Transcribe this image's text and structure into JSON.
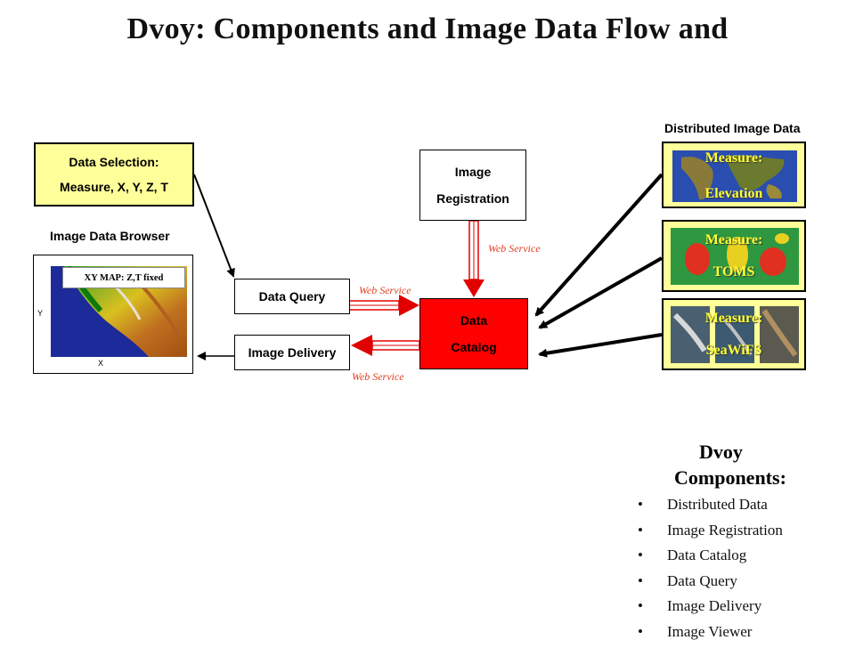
{
  "title": "Dvoy: Components and Image Data Flow and",
  "data_selection": {
    "line1": "Data Selection:",
    "line2": "Measure, X, Y, Z, T"
  },
  "browser": {
    "heading": "Image Data Browser",
    "map_label": "XY MAP:  Z,T fixed",
    "y_axis": "Y",
    "x_axis": "X"
  },
  "data_query": "Data Query",
  "image_delivery": "Image Delivery",
  "image_registration": {
    "line1": "Image",
    "line2": "Registration"
  },
  "data_catalog": {
    "line1": "Data",
    "line2": "Catalog"
  },
  "web_service": {
    "registration": "Web Service",
    "query": "Web Service",
    "delivery": "Web Service"
  },
  "distributed": {
    "heading": "Distributed Image Data",
    "items": [
      {
        "line1": "Measure:",
        "line2": "Elevation"
      },
      {
        "line1": "Measure:",
        "line2": "TOMS"
      },
      {
        "line1": "Measure:",
        "line2": "SeaWiFS"
      }
    ]
  },
  "components": {
    "title_line1": "Dvoy",
    "title_line2": "Components:",
    "items": [
      "Distributed Data",
      "Image Registration",
      "Data Catalog",
      "Data Query",
      "Image Delivery",
      "Image Viewer"
    ]
  },
  "colors": {
    "yellow_box": "#ffff99",
    "catalog_red": "#ff0000",
    "web_service_text": "#e04020",
    "measure_text": "#ffff33"
  }
}
